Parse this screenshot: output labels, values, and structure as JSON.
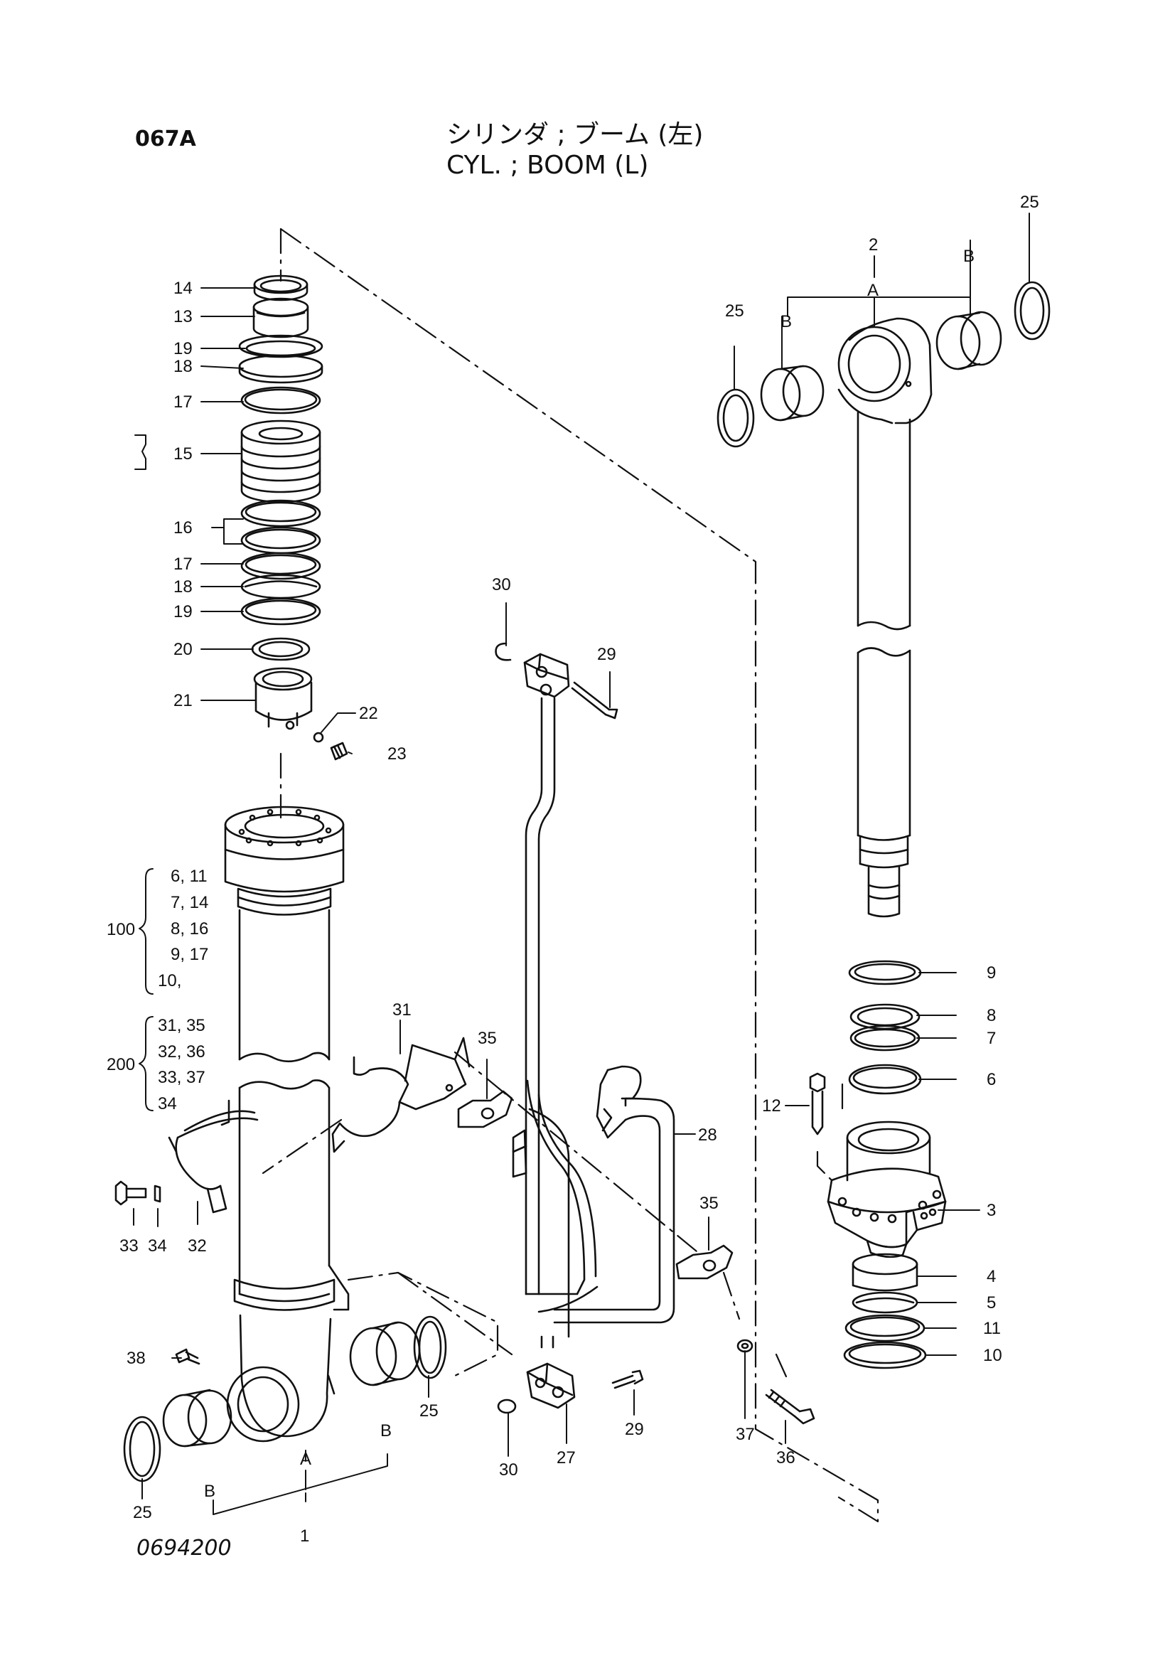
{
  "page_code": "067A",
  "title_jp": "シリンダ ; ブーム (左)",
  "title_en": "CYL. ; BOOM (L)",
  "drawing_no": "0694200",
  "callouts": [
    {
      "id": "c14",
      "label": "14"
    },
    {
      "id": "c13",
      "label": "13"
    },
    {
      "id": "c19a",
      "label": "19"
    },
    {
      "id": "c18a",
      "label": "18"
    },
    {
      "id": "c17a",
      "label": "17"
    },
    {
      "id": "c15",
      "label": "15"
    },
    {
      "id": "c16",
      "label": "16"
    },
    {
      "id": "c17b",
      "label": "17"
    },
    {
      "id": "c18b",
      "label": "18"
    },
    {
      "id": "c19b",
      "label": "19"
    },
    {
      "id": "c20",
      "label": "20"
    },
    {
      "id": "c21",
      "label": "21"
    },
    {
      "id": "c22",
      "label": "22"
    },
    {
      "id": "c23",
      "label": "23"
    },
    {
      "id": "c30a",
      "label": "30"
    },
    {
      "id": "c29a",
      "label": "29"
    },
    {
      "id": "c31",
      "label": "31"
    },
    {
      "id": "c35a",
      "label": "35"
    },
    {
      "id": "c28",
      "label": "28"
    },
    {
      "id": "c35b",
      "label": "35"
    },
    {
      "id": "c33",
      "label": "33"
    },
    {
      "id": "c34",
      "label": "34"
    },
    {
      "id": "c32",
      "label": "32"
    },
    {
      "id": "c38",
      "label": "38"
    },
    {
      "id": "c25a",
      "label": "25"
    },
    {
      "id": "c25b",
      "label": "25"
    },
    {
      "id": "c30b",
      "label": "30"
    },
    {
      "id": "c27",
      "label": "27"
    },
    {
      "id": "c29b",
      "label": "29"
    },
    {
      "id": "c37",
      "label": "37"
    },
    {
      "id": "c36",
      "label": "36"
    },
    {
      "id": "c25c",
      "label": "25"
    },
    {
      "id": "c2",
      "label": "2"
    },
    {
      "id": "c25d",
      "label": "25"
    },
    {
      "id": "c9",
      "label": "9"
    },
    {
      "id": "c8",
      "label": "8"
    },
    {
      "id": "c7",
      "label": "7"
    },
    {
      "id": "c6",
      "label": "6"
    },
    {
      "id": "c12",
      "label": "12"
    },
    {
      "id": "c3",
      "label": "3"
    },
    {
      "id": "c4",
      "label": "4"
    },
    {
      "id": "c5",
      "label": "5"
    },
    {
      "id": "c11",
      "label": "11"
    },
    {
      "id": "c10",
      "label": "10"
    },
    {
      "id": "c1",
      "label": "1"
    }
  ],
  "letters": [
    {
      "id": "lA1",
      "label": "A"
    },
    {
      "id": "lB1",
      "label": "B"
    },
    {
      "id": "lB2",
      "label": "B"
    },
    {
      "id": "lA2",
      "label": "A"
    },
    {
      "id": "lB3",
      "label": "B"
    },
    {
      "id": "lB4",
      "label": "B"
    }
  ],
  "kit_100": {
    "label": "100",
    "items": [
      "6, 11",
      "7, 14",
      "8, 16",
      "9, 17",
      "10,"
    ]
  },
  "kit_200": {
    "label": "200",
    "items": [
      "31, 35",
      "32, 36",
      "33, 37",
      "34"
    ]
  }
}
